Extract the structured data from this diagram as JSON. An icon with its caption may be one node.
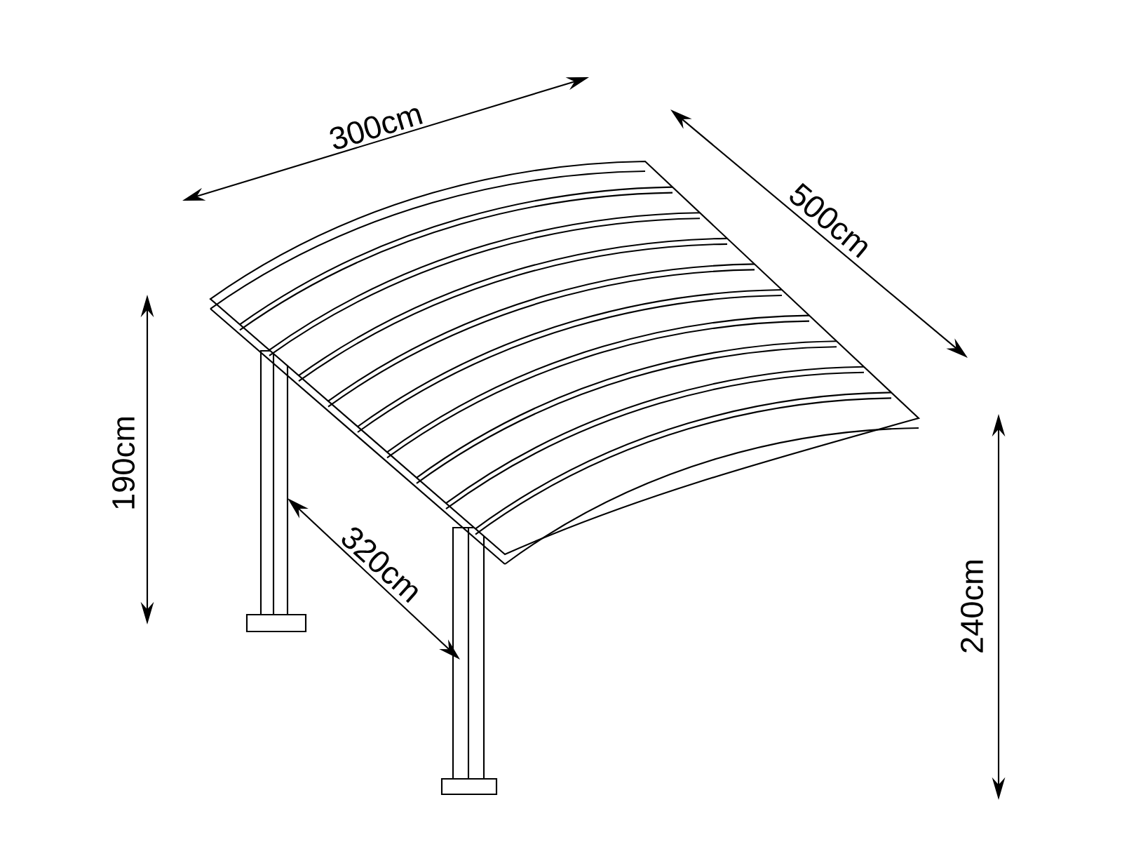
{
  "diagram": {
    "labels": [
      "300cm",
      "500cm",
      "190cm",
      "320cm",
      "240cm"
    ]
  }
}
